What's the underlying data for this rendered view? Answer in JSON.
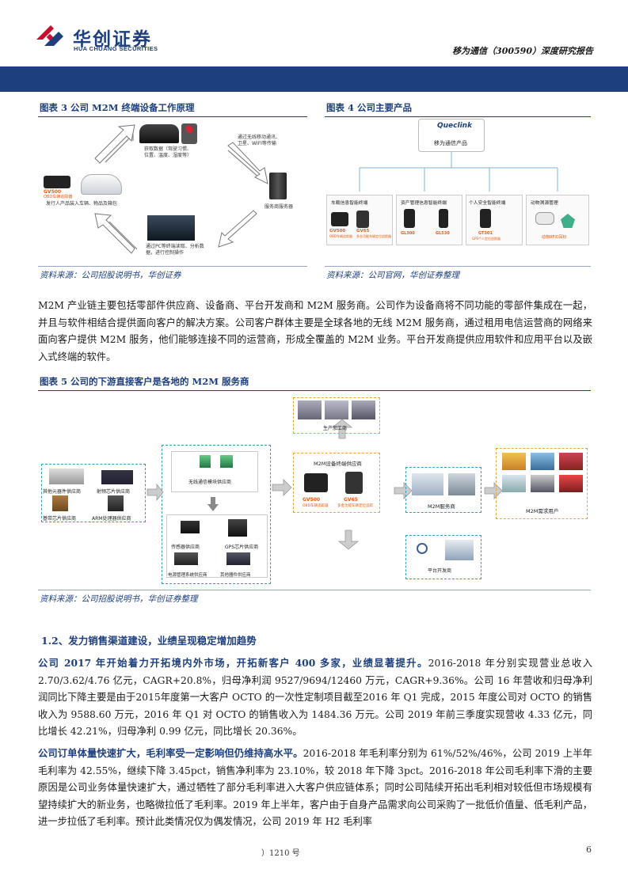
{
  "header": {
    "brand_cn": "华创证券",
    "brand_en": "HUA CHUANG SECURITIES",
    "report_title": "移为通信（300590）深度研究报告"
  },
  "fig3": {
    "caption": "图表 3   公司 M2M 终端设备工作原理",
    "source": "资料来源：公司招股说明书，华创证券",
    "labels": {
      "top": "获取数据（驾驶习惯、\n位置、温度、湿度等）",
      "right_top": "通过无线移动通讯、\n卫星、WIFI等传输",
      "server": "服务商服务器",
      "bottom": "通过PC等终端读取、分析数\n据，进行控制操作",
      "left": "发行人产品装入车辆、物品及箱包",
      "device": "GV500",
      "device_sub": "OBD车辆追踪器"
    }
  },
  "fig4": {
    "caption": "图表 4   公司主要产品",
    "source": "资料来源：公司官网，华创证券整理",
    "brand": "Queclink",
    "root": "移为通信产品",
    "categories": [
      {
        "label": "车载信息智能终端",
        "items": [
          "GV500",
          "GV65"
        ],
        "subs": [
          "OBD车辆追踪器",
          "多金功能车辆定位追踪器"
        ]
      },
      {
        "label": "资产管理信息智能终端",
        "items": [
          "GL300",
          "GL530"
        ],
        "subs": [
          "",
          ""
        ]
      },
      {
        "label": "个人安全智能终端",
        "items": [
          "GT301"
        ],
        "subs": [
          "GPS个人定位追踪器"
        ]
      },
      {
        "label": "动物溯源管理",
        "items": [
          "动物RFID耳标"
        ],
        "subs": [
          ""
        ]
      }
    ]
  },
  "para1": "M2M 产业链主要包括零部件供应商、设备商、平台开发商和 M2M 服务商。公司作为设备商将不同功能的零部件集成在一起，并且与软件相结合提供面向客户的解决方案。公司客户群体主要是全球各地的无线 M2M 服务商，通过租用电信运营商的网络来面向客户提供 M2M 服务，他们能够连接不同的运营商，形成全覆盖的 M2M 业务。平台开发商提供应用软件和应用平台以及嵌入式终端的软件。",
  "fig5": {
    "caption": "图表 5   公司的下游直接客户是各地的 M2M 服务商",
    "source": "资料来源：公司招股说明书，华创证券整理",
    "labels": {
      "other": "其他元器件供应商",
      "rf": "射频芯片供应商",
      "baseband": "基带芯片供应商",
      "arm": "ARM处理器供应商",
      "wireless": "无线通信模块供应商",
      "sensor": "传感器供应商",
      "gps": "GPS芯片供应商",
      "power": "电源管理系统供应商",
      "other_dev": "其他器件供应商",
      "manufacturer": "生产加工商",
      "m2m_device": "M2M设备终端供应商",
      "gv500": "GV500",
      "gv500_sub": "OBD车辆追踪器",
      "gv65": "GV65",
      "gv65_sub": "多金功能车辆定位追踪",
      "m2m_service": "M2M服务商",
      "platform": "平台开发商",
      "users": "M2M需求用户"
    }
  },
  "section_title": "1.2、发力销售渠道建设，业绩呈现稳定增加趋势",
  "para2": {
    "bold": "公司 2017 年开始着力开拓境内外市场，开拓新客户 400 多家，业绩显著提升。",
    "rest": "2016-2018 年分别实现营业总收入 2.70/3.62/4.76 亿元，CAGR+20.8%，归母净利润 9527/9694/12460 万元，CAGR+9.36%。公司 16 年营收和归母净利润同比下降主要是由于2015年度第一大客户 OCTO 的一次性定制项目截至2016 年 Q1 完成，2015 年度公司对 OCTO 的销售收入为 9588.60 万元，2016 年 Q1 对 OCTO 的销售收入为 1484.36 万元。公司 2019 年前三季度实现营收 4.33 亿元，同比增长 42.21%，归母净利 0.99 亿元，同比增长 20.36%。"
  },
  "para3": {
    "bold": "公司订单体量快速扩大，毛利率受一定影响但仍维持高水平。",
    "rest": "2016-2018 年毛利率分别为 61%/52%/46%，公司 2019 上半年毛利率为 42.55%，继续下降 3.45pct，销售净利率为 23.10%，较 2018 年下降 3pct。2016-2018 年公司毛利率下滑的主要原因是公司业务体量快速扩大，通过牺牲了部分毛利率进入大客户供应链体系；同时公司陆续开拓出毛利相对较低但市场规模有望持续扩大的新业务，也略微拉低了毛利率。2019 年上半年，客户由于自身产品需求向公司采购了一批低价值量、低毛利产品，进一步拉低了毛利率。预计此类情况仅为偶发情况，公司 2019 年 H2 毛利率"
  },
  "footer": {
    "left": "）1210 号",
    "page": "6"
  }
}
